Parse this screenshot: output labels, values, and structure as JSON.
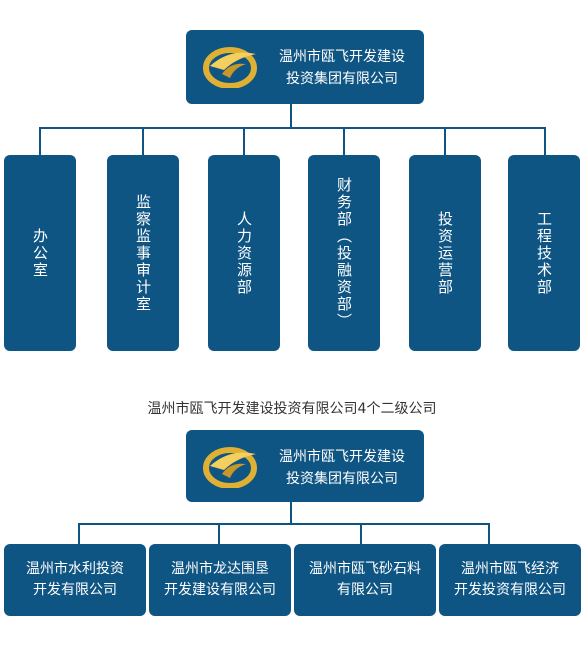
{
  "chart1": {
    "root": {
      "line1": "温州市瓯飞开发建设",
      "line2": "投资集团有限公司"
    },
    "departments": [
      {
        "label": "办公室"
      },
      {
        "label": "监察监事审计室"
      },
      {
        "label": "人力资源部"
      },
      {
        "label": "财务部（投融资部）"
      },
      {
        "label": "投资运营部"
      },
      {
        "label": "工程技术部"
      }
    ]
  },
  "caption": "温州市瓯飞开发建设投资有限公司4个二级公司",
  "chart2": {
    "root": {
      "line1": "温州市瓯飞开发建设",
      "line2": "投资集团有限公司"
    },
    "subsidiaries": [
      {
        "line1": "温州市水利投资",
        "line2": "开发有限公司"
      },
      {
        "line1": "温州市龙达围垦",
        "line2": "开发建设有限公司"
      },
      {
        "line1": "温州市瓯飞砂石料",
        "line2": "有限公司"
      },
      {
        "line1": "温州市瓯飞经济",
        "line2": "开发投资有限公司"
      }
    ]
  },
  "colors": {
    "box": "#0f5584",
    "line": "#0f5584",
    "logo_gold": "#e0b033"
  }
}
